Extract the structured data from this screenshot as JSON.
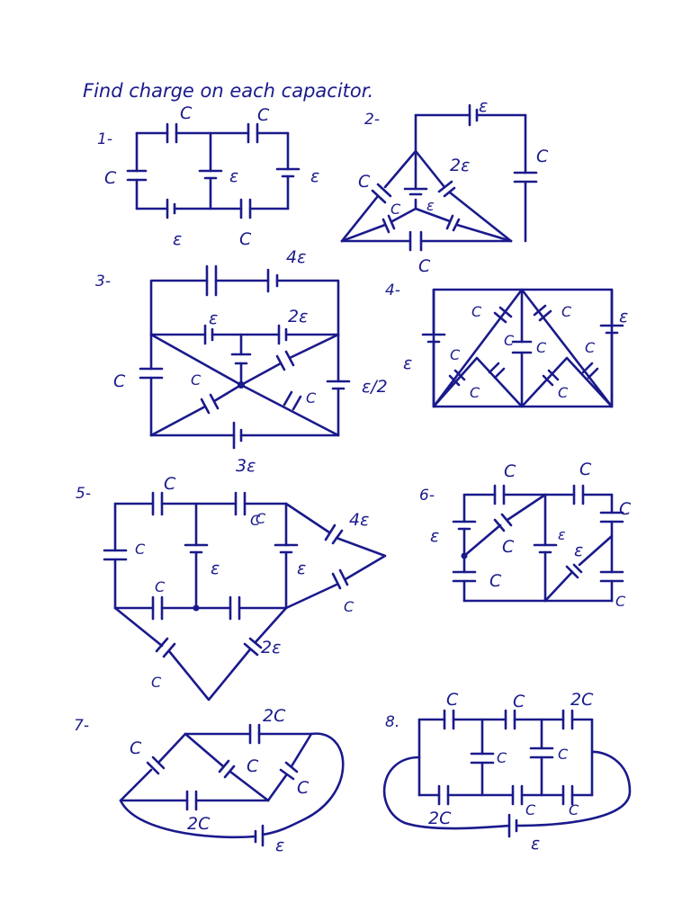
{
  "title": "Find charge on each capacitor.",
  "problems": [
    {
      "number": "1-",
      "labels": [
        "C",
        "C",
        "C",
        "ε",
        "ε",
        "ε",
        "C"
      ]
    },
    {
      "number": "2-",
      "labels": [
        "ε",
        "C",
        "2ε",
        "C",
        "C",
        "ε",
        "C"
      ]
    },
    {
      "number": "3-",
      "labels": [
        "4ε",
        "ε",
        "2ε",
        "C",
        "C",
        "ε/2",
        "C",
        "3ε"
      ]
    },
    {
      "number": "4-",
      "labels": [
        "C",
        "C",
        "ε",
        "ε",
        "C",
        "C",
        "C",
        "C",
        "C",
        "C"
      ]
    },
    {
      "number": "5-",
      "labels": [
        "C",
        "C",
        "4ε",
        "C",
        "C",
        "ε",
        "ε",
        "C",
        "C",
        "C",
        "2ε"
      ]
    },
    {
      "number": "6-",
      "labels": [
        "C",
        "C",
        "C",
        "ε",
        "C",
        "ε",
        "ε",
        "C",
        "C"
      ]
    },
    {
      "number": "7-",
      "labels": [
        "2C",
        "C",
        "C",
        "C",
        "2C",
        "ε"
      ]
    },
    {
      "number": "8.",
      "labels": [
        "C",
        "C",
        "2C",
        "C",
        "C",
        "2C",
        "C",
        "C",
        "ε"
      ]
    }
  ]
}
